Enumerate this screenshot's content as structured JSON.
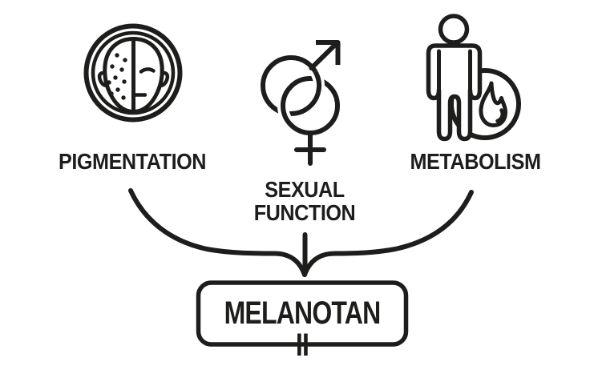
{
  "colors": {
    "ink": "#1d1d1b",
    "background": "#ffffff"
  },
  "diagram": {
    "type": "convergence-diagram",
    "factors": [
      {
        "label": "PIGMENTATION",
        "icon": "half-pigmented-face-icon"
      },
      {
        "label": "SEXUAL FUNCTION",
        "icon": "male-female-symbols-icon"
      },
      {
        "label": "METABOLISM",
        "icon": "person-with-flame-icon"
      }
    ],
    "connector": "brace-curves-with-down-arrow",
    "target": {
      "label": "MELANOTAN II"
    }
  }
}
